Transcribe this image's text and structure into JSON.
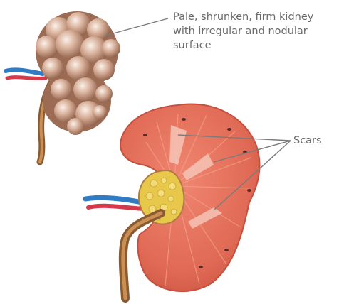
{
  "annotations": {
    "shrunken_kidney": "Pale, shrunken, firm kidney with irregular and nodular surface",
    "scars": "Scars"
  },
  "colors": {
    "label_text": "#6a6a6a",
    "leader_line": "#7a7a7a",
    "shrunken_kidney": "#c59a80",
    "cut_kidney_cortex": "#e06a55",
    "cut_kidney_outline": "#c4503f",
    "renal_pelvis_fat": "#e8c84a",
    "ureter": "#b07a45",
    "artery": "#d43a4a",
    "vein": "#2f7cc4"
  },
  "icons": [
    "shrunken-kidney-illustration",
    "cut-kidney-illustration"
  ]
}
